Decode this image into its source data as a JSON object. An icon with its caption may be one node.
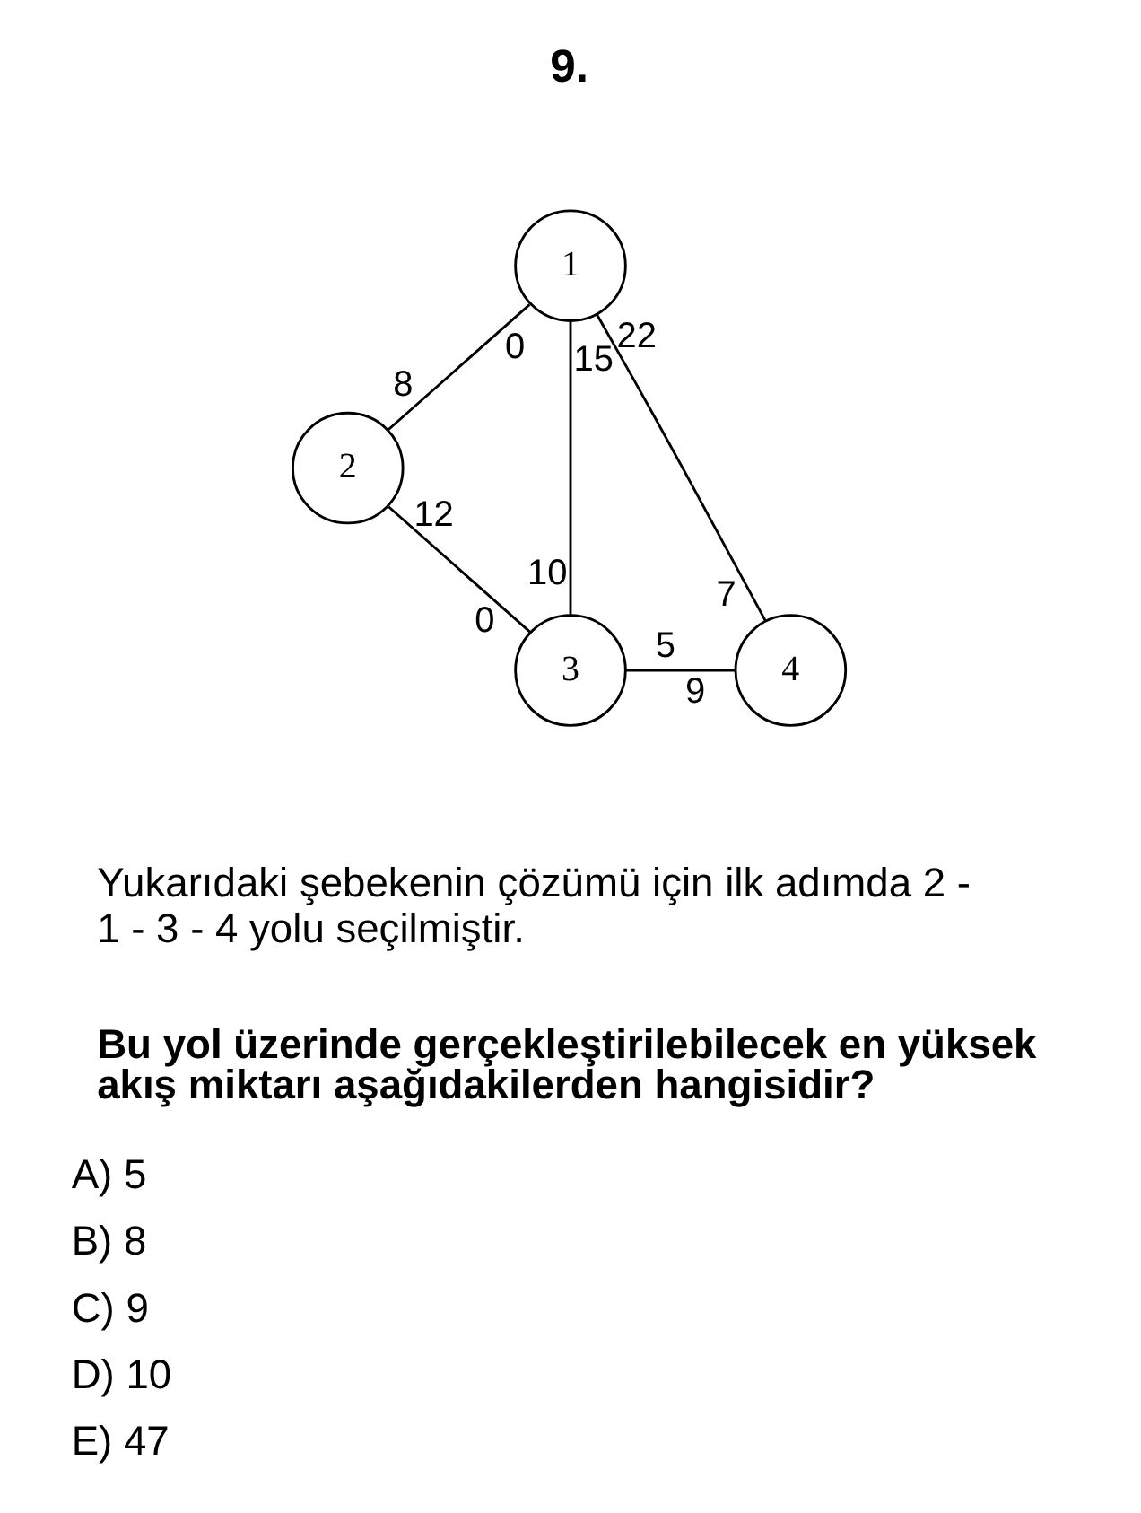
{
  "diagram": {
    "nodes": [
      {
        "text": [
          "1"
        ],
        "beside": [
          "0",
          "15",
          "22"
        ]
      },
      {
        "text": [
          "2"
        ],
        "beside": [
          "8",
          "12"
        ]
      },
      {
        "text": [
          "3"
        ],
        "beside": [
          "10",
          "0",
          "5"
        ]
      },
      {
        "text": [
          "4"
        ],
        "beside": [
          "7",
          "9"
        ]
      }
    ],
    "edges": [
      {
        "from": 0,
        "to": 1,
        "arrow": "none"
      },
      {
        "from": 0,
        "to": 2,
        "arrow": "none"
      },
      {
        "from": 0,
        "to": 3,
        "arrow": "none"
      },
      {
        "from": 1,
        "to": 2,
        "arrow": "none"
      },
      {
        "from": 2,
        "to": 3,
        "arrow": "none"
      }
    ],
    "labels": [
      "9.",
      "Yukarıdaki şebekenin çözümü için ilk adımda 2 - 1 - 3 - 4 yolu seçilmiştir.",
      "Bu yol üzerinde gerçekleştirilebilecek en yüksek akış miktarı aşağıdakilerden hangisidir?",
      "A) 5",
      "B) 8",
      "C) 9",
      "D) 10",
      "E) 47"
    ]
  }
}
